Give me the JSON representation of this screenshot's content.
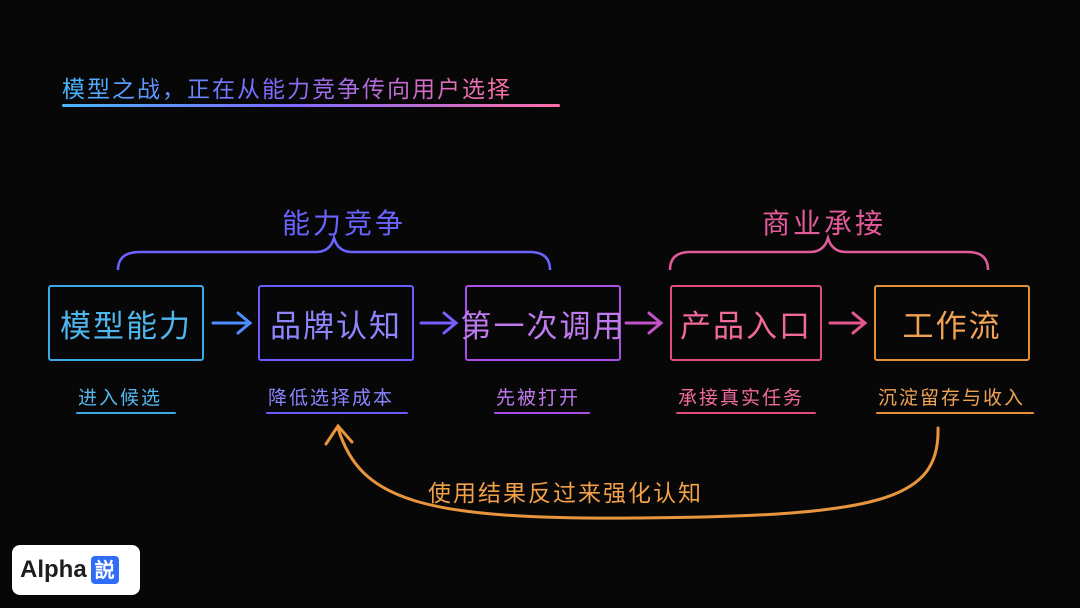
{
  "title": "模型之战，正在从能力竞争传向用户选择",
  "groups": [
    {
      "label": "能力竞争",
      "color": "#6a63ff"
    },
    {
      "label": "商业承接",
      "color": "#e35a9a"
    }
  ],
  "stages": [
    {
      "label": "模型能力",
      "caption": "进入候选",
      "color": "#3ca9e6"
    },
    {
      "label": "品牌认知",
      "caption": "降低选择成本",
      "color": "#6a5cff"
    },
    {
      "label": "第一次调用",
      "caption": "先被打开",
      "color": "#a94fe6"
    },
    {
      "label": "产品入口",
      "caption": "承接真实任务",
      "color": "#e04b82"
    },
    {
      "label": "工作流",
      "caption": "沉淀留存与收入",
      "color": "#e58f3a"
    }
  ],
  "feedback": {
    "label": "使用结果反过来强化认知",
    "color": "#f2a04a"
  },
  "logo": {
    "text": "Alpha",
    "badge": "説"
  }
}
